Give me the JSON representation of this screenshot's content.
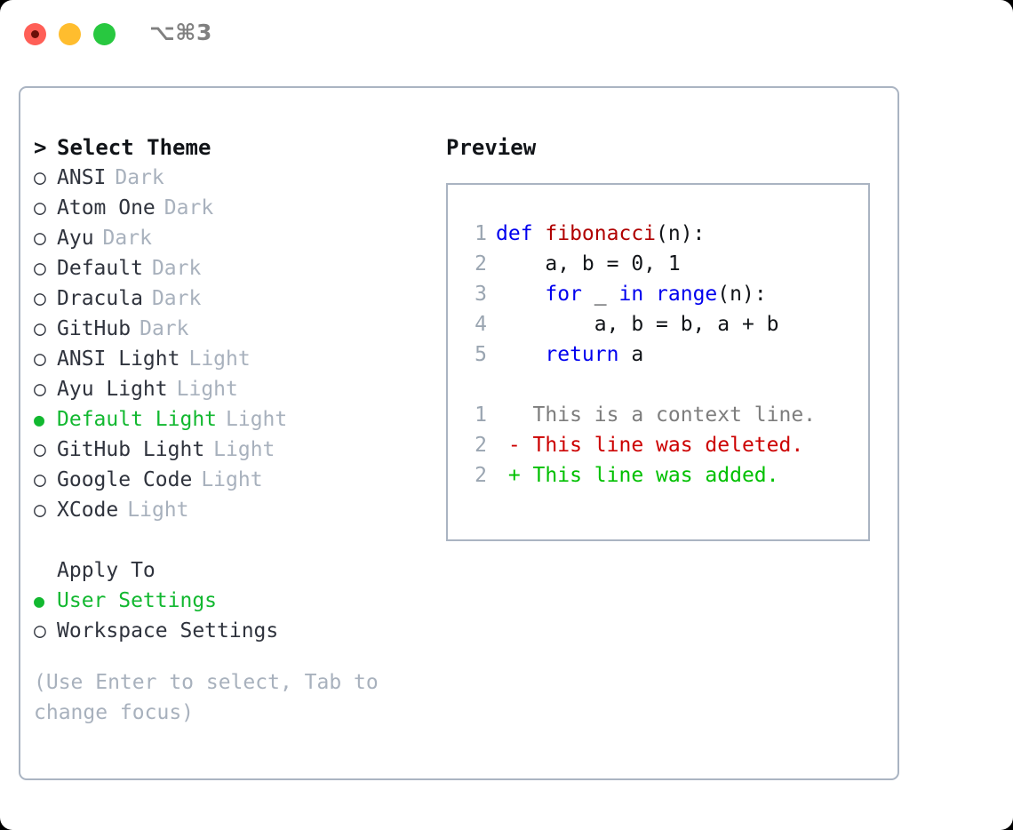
{
  "titlebar": {
    "shortcut": "⌥⌘3",
    "buttons": [
      {
        "name": "close",
        "color": "#ff5f57"
      },
      {
        "name": "minimize",
        "color": "#ffbd2e"
      },
      {
        "name": "maximize",
        "color": "#28c840"
      }
    ]
  },
  "theme_section": {
    "header_marker": ">",
    "header_label": "Select Theme",
    "radio_off": "○",
    "radio_on": "●",
    "items": [
      {
        "label": "ANSI",
        "tag": "Dark",
        "selected": false
      },
      {
        "label": "Atom One",
        "tag": "Dark",
        "selected": false
      },
      {
        "label": "Ayu",
        "tag": "Dark",
        "selected": false
      },
      {
        "label": "Default",
        "tag": "Dark",
        "selected": false
      },
      {
        "label": "Dracula",
        "tag": "Dark",
        "selected": false
      },
      {
        "label": "GitHub",
        "tag": "Dark",
        "selected": false
      },
      {
        "label": "ANSI Light",
        "tag": "Light",
        "selected": false
      },
      {
        "label": "Ayu Light",
        "tag": "Light",
        "selected": false
      },
      {
        "label": "Default Light",
        "tag": "Light",
        "selected": true
      },
      {
        "label": "GitHub Light",
        "tag": "Light",
        "selected": false
      },
      {
        "label": "Google Code",
        "tag": "Light",
        "selected": false
      },
      {
        "label": "XCode",
        "tag": "Light",
        "selected": false
      }
    ]
  },
  "apply_section": {
    "header_label": "Apply To",
    "items": [
      {
        "label": "User Settings",
        "selected": true
      },
      {
        "label": "Workspace Settings",
        "selected": false
      }
    ]
  },
  "hint": "(Use Enter to select, Tab to change focus)",
  "preview": {
    "title": "Preview",
    "code_lines": [
      {
        "no": "1",
        "tokens": [
          {
            "t": "def ",
            "c": "kw"
          },
          {
            "t": "fibonacci",
            "c": "fn"
          },
          {
            "t": "(n):",
            "c": "pl"
          }
        ]
      },
      {
        "no": "2",
        "tokens": [
          {
            "t": "    a, b = 0, 1",
            "c": "pl"
          }
        ]
      },
      {
        "no": "3",
        "tokens": [
          {
            "t": "    ",
            "c": "pl"
          },
          {
            "t": "for",
            "c": "kw"
          },
          {
            "t": " _ ",
            "c": "pl"
          },
          {
            "t": "in",
            "c": "kw"
          },
          {
            "t": " ",
            "c": "pl"
          },
          {
            "t": "range",
            "c": "kw"
          },
          {
            "t": "(n):",
            "c": "pl"
          }
        ]
      },
      {
        "no": "4",
        "tokens": [
          {
            "t": "        a, b = b, a + b",
            "c": "pl"
          }
        ]
      },
      {
        "no": "5",
        "tokens": [
          {
            "t": "    ",
            "c": "pl"
          },
          {
            "t": "return",
            "c": "kw"
          },
          {
            "t": " a",
            "c": "pl"
          }
        ]
      }
    ],
    "diff_lines": [
      {
        "no": "1",
        "tokens": [
          {
            "t": "   This is a context line.",
            "c": "ctx"
          }
        ]
      },
      {
        "no": "2",
        "tokens": [
          {
            "t": " - This line was deleted.",
            "c": "del"
          }
        ]
      },
      {
        "no": "2",
        "tokens": [
          {
            "t": " + This line was added.",
            "c": "add"
          }
        ]
      }
    ]
  },
  "colors": {
    "accent_green": "#12b830",
    "border": "#aab4c2",
    "muted": "#a8b1bd",
    "keyword": "#0000ee",
    "function": "#b00000",
    "deleted": "#cc0000",
    "added": "#00c000",
    "background": "#ffffff"
  }
}
